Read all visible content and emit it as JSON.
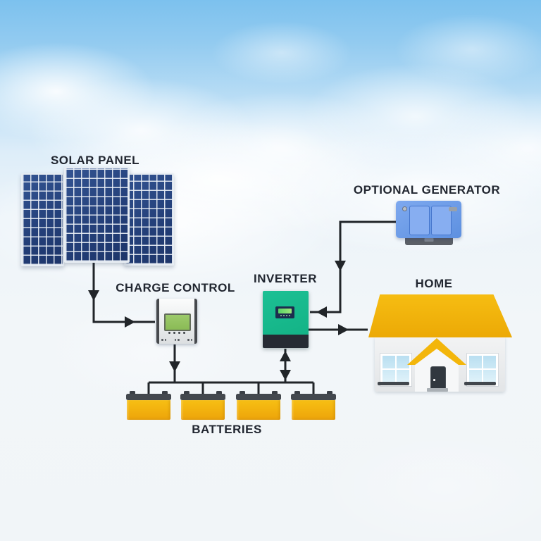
{
  "diagram": {
    "type": "off-grid-solar-power-system",
    "labels": {
      "solar_panel": "SOLAR PANEL",
      "charge_control": "CHARGE CONTROL",
      "inverter": "INVERTER",
      "optional_generator": "OPTIONAL GENERATOR",
      "home": "HOME",
      "batteries": "BATTERIES"
    },
    "components": [
      {
        "id": "solar-panel",
        "label": "SOLAR PANEL",
        "panel_count": 3
      },
      {
        "id": "charge-control",
        "label": "CHARGE CONTROL"
      },
      {
        "id": "inverter",
        "label": "INVERTER"
      },
      {
        "id": "optional-generator",
        "label": "OPTIONAL GENERATOR"
      },
      {
        "id": "home",
        "label": "HOME"
      },
      {
        "id": "batteries",
        "label": "BATTERIES",
        "battery_count": 4
      }
    ],
    "connections": [
      {
        "from": "solar-panel",
        "to": "charge-control",
        "arrow": "one-way"
      },
      {
        "from": "charge-control",
        "to": "batteries",
        "arrow": "one-way"
      },
      {
        "from": "batteries",
        "to": "inverter",
        "arrow": "two-way"
      },
      {
        "from": "optional-generator",
        "to": "inverter",
        "arrow": "one-way"
      },
      {
        "from": "inverter",
        "to": "home",
        "arrow": "one-way"
      }
    ],
    "colors": {
      "sky_top": "#7cc1ee",
      "wire": "#212529",
      "label_text": "#212630",
      "solar_cell_blue": "#24407a",
      "inverter_green": "#16b488",
      "generator_blue": "#6b9ce9",
      "roof_yellow": "#f1b307",
      "battery_yellow": "#f2b10d",
      "controller_gray": "#eff1f2",
      "lcd_green": "#92c261"
    }
  }
}
